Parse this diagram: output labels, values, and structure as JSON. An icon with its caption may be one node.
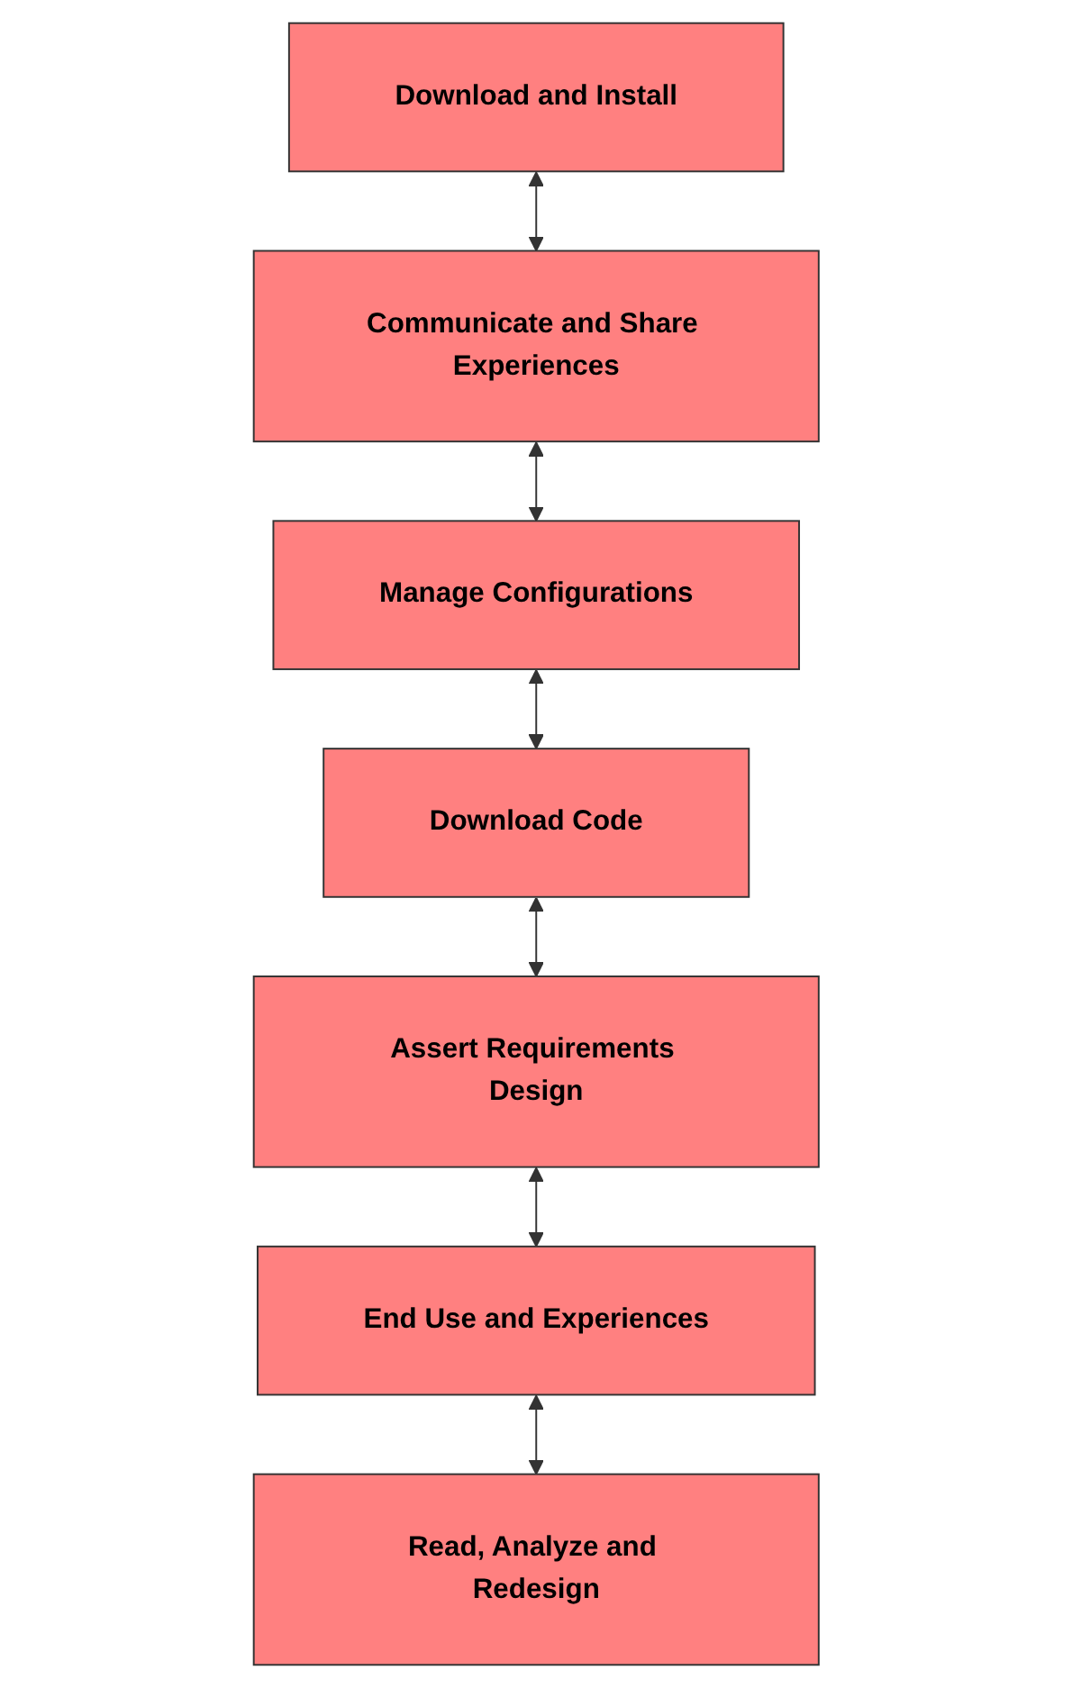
{
  "diagram": {
    "nodes": [
      {
        "text": [
          "Download and Install"
        ]
      },
      {
        "text": [
          "Communicate and Share Experiences"
        ]
      },
      {
        "text": [
          "Manage Configurations"
        ]
      },
      {
        "text": [
          "Download Code"
        ]
      },
      {
        "text": [
          "Assert Requirements Design"
        ]
      },
      {
        "text": [
          "End Use and Experiences"
        ]
      },
      {
        "text": [
          "Read, Analyze and Redesign"
        ]
      }
    ],
    "edges": [
      {
        "from": 0,
        "to": 1,
        "arrow": "both"
      },
      {
        "from": 1,
        "to": 2,
        "arrow": "both"
      },
      {
        "from": 2,
        "to": 3,
        "arrow": "both"
      },
      {
        "from": 3,
        "to": 4,
        "arrow": "both"
      },
      {
        "from": 4,
        "to": 5,
        "arrow": "both"
      },
      {
        "from": 5,
        "to": 6,
        "arrow": "both"
      }
    ]
  }
}
